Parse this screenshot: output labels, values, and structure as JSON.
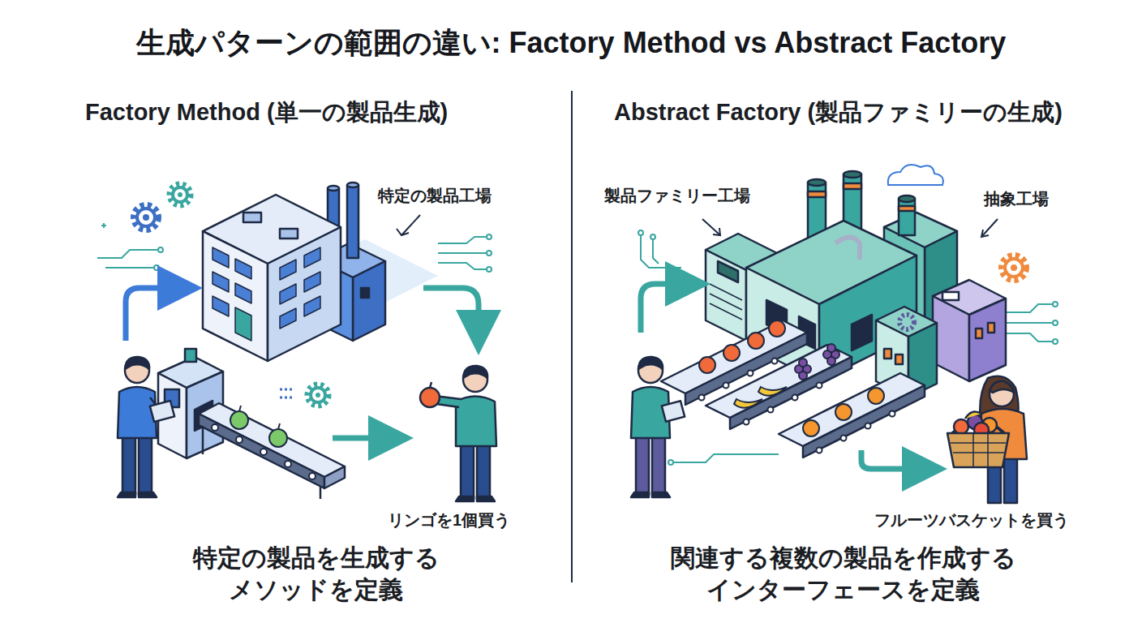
{
  "diagram": {
    "title": "生成パターンの範囲の違い: Factory Method vs Abstract Factory",
    "labels": [
      "Factory Method (単一の製品生成)",
      "特定の製品工場",
      "リンゴを1個買う",
      "特定の製品を生成する メソッドを定義",
      "Abstract Factory (製品ファミリーの生成)",
      "製品ファミリー工場",
      "抽象工場",
      "フルーツバスケットを買う",
      "関連する複数の製品を作成する インターフェースを定義"
    ]
  }
}
